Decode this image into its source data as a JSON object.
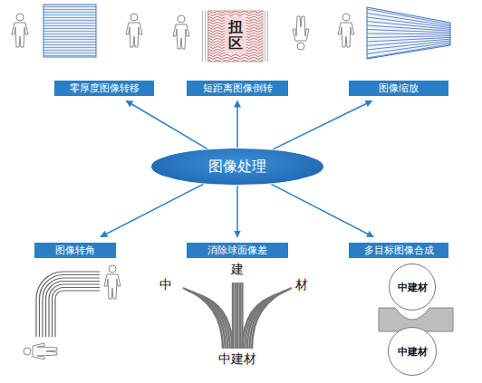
{
  "diagram": {
    "nodes": [
      {
        "text": [
          "图像处理"
        ]
      },
      {
        "text": [
          "零厚度图像转移"
        ]
      },
      {
        "text": [
          "短距离图像倒转"
        ]
      },
      {
        "text": [
          "图像缩放"
        ]
      },
      {
        "text": [
          "图像转角"
        ]
      },
      {
        "text": [
          "消除球面像差"
        ]
      },
      {
        "text": [
          "多目标图像合成"
        ]
      },
      {
        "text": [
          "扭区"
        ]
      },
      {
        "text": [
          "中建材"
        ]
      },
      {
        "text": [
          "中建材"
        ]
      }
    ],
    "edges": [
      {
        "from": 0,
        "to": 1,
        "arrow": "to"
      },
      {
        "from": 0,
        "to": 2,
        "arrow": "to"
      },
      {
        "from": 0,
        "to": 3,
        "arrow": "to"
      },
      {
        "from": 0,
        "to": 4,
        "arrow": "to"
      },
      {
        "from": 0,
        "to": 5,
        "arrow": "to"
      },
      {
        "from": 0,
        "to": 6,
        "arrow": "to"
      }
    ],
    "labels": [
      "中",
      "建",
      "材",
      "中建材"
    ]
  }
}
